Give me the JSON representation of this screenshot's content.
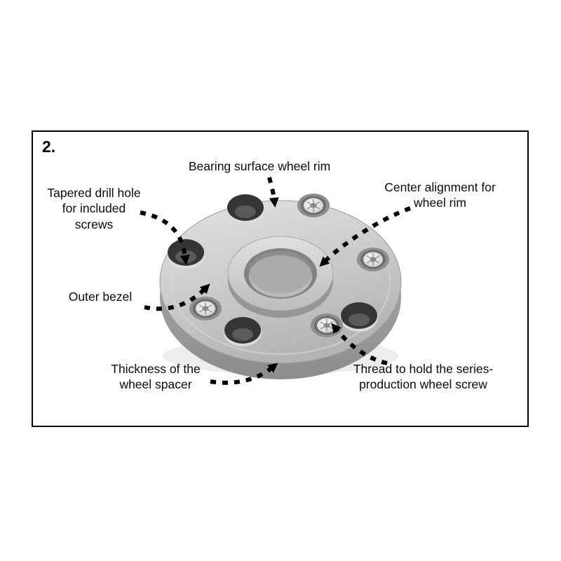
{
  "figure": {
    "step_number": "2.",
    "labels": {
      "bearing_surface": "Bearing surface wheel rim",
      "tapered_drill_hole": "Tapered drill hole\nfor included\nscrews",
      "center_alignment": "Center alignment for\nwheel rim",
      "outer_bezel": "Outer bezel",
      "thickness": "Thickness of the\nwheel spacer",
      "thread": "Thread to hold the series-\nproduction wheel screw"
    },
    "colors": {
      "border": "#000000",
      "background": "#ffffff",
      "arrow": "#000000",
      "spacer_face": "#c9c9c9",
      "spacer_side": "#9e9e9e",
      "hole_dark": "#353535",
      "thread_insert": "#e8e8e8"
    }
  }
}
